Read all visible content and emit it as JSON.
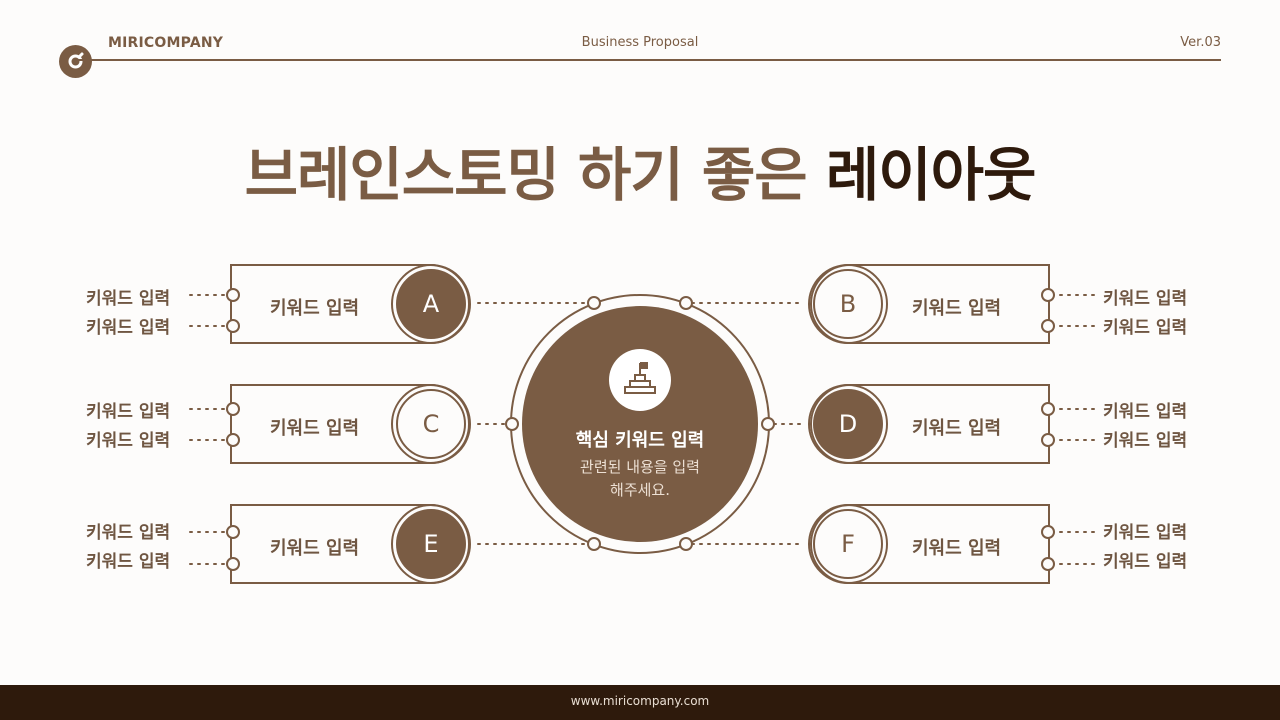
{
  "header": {
    "brand": "MIRICOMPANY",
    "doc_title": "Business Proposal",
    "version": "Ver.03"
  },
  "title": {
    "part1": "브레인스토밍 하기 좋은 ",
    "part2": "레이아웃"
  },
  "core": {
    "title": "핵심 키워드 입력",
    "desc_line1": "관련된 내용을 입력",
    "desc_line2": "해주세요.",
    "icon": "podium-flag-icon"
  },
  "nodes": [
    {
      "letter": "A",
      "label": "키워드 입력",
      "style": "filled",
      "keywords": [
        "키워드 입력",
        "키워드 입력"
      ]
    },
    {
      "letter": "B",
      "label": "키워드 입력",
      "style": "outline",
      "keywords": [
        "키워드 입력",
        "키워드 입력"
      ]
    },
    {
      "letter": "C",
      "label": "키워드 입력",
      "style": "outline",
      "keywords": [
        "키워드 입력",
        "키워드 입력"
      ]
    },
    {
      "letter": "D",
      "label": "키워드 입력",
      "style": "filled",
      "keywords": [
        "키워드 입력",
        "키워드 입력"
      ]
    },
    {
      "letter": "E",
      "label": "키워드 입력",
      "style": "filled",
      "keywords": [
        "키워드 입력",
        "키워드 입력"
      ]
    },
    {
      "letter": "F",
      "label": "키워드 입력",
      "style": "outline",
      "keywords": [
        "키워드 입력",
        "키워드 입력"
      ]
    }
  ],
  "footer": {
    "url": "www.miricompany.com"
  },
  "colors": {
    "brown": "#7a5c44",
    "dark": "#2e1a0c",
    "background": "#fdfcfb"
  }
}
